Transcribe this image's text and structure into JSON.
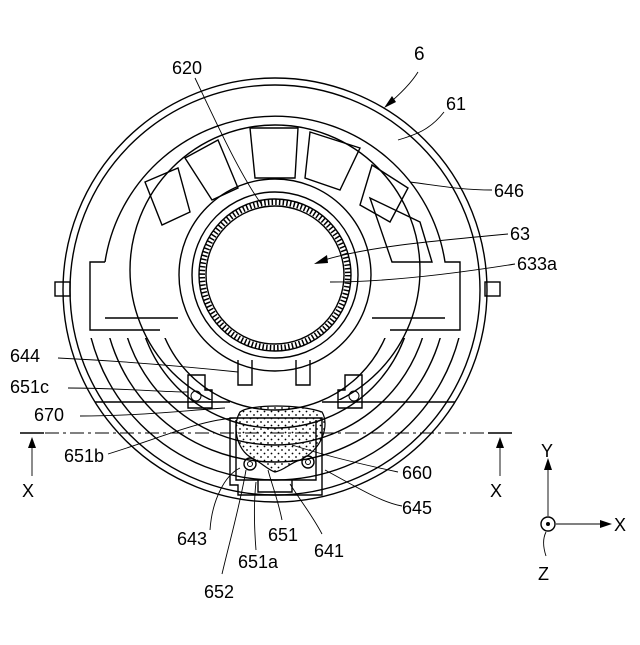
{
  "figure": {
    "labels": {
      "l6": "6",
      "l61": "61",
      "l620": "620",
      "l646": "646",
      "l63": "63",
      "l633a": "633a",
      "l644": "644",
      "l651c": "651c",
      "l670": "670",
      "l651b": "651b",
      "l660": "660",
      "l645": "645",
      "l643": "643",
      "l651": "651",
      "l641": "641",
      "l651a": "651a",
      "l652": "652"
    },
    "section_marks": {
      "left": "X",
      "right": "X"
    },
    "axes": {
      "y": "Y",
      "x": "X",
      "z": "Z"
    }
  }
}
